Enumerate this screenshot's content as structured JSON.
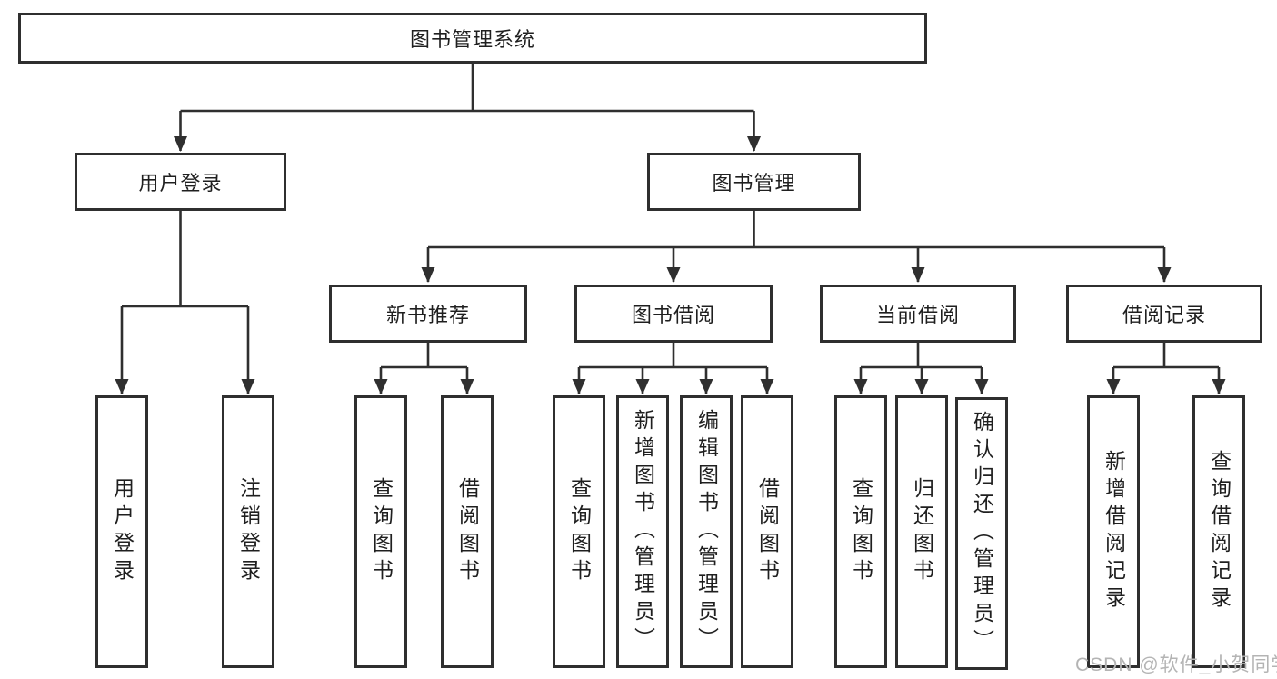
{
  "colors": {
    "line": "#2f2f2f",
    "border": "#2f2f2f",
    "box_fill": "#ffffff",
    "background": "#ffffff",
    "watermark": "#b4b4b4"
  },
  "watermark": "CSDN @软件_小贺同学",
  "tree": {
    "root": "图书管理系统",
    "branches": [
      {
        "label": "用户登录",
        "children": [
          "用户登录",
          "注销登录"
        ]
      },
      {
        "label": "图书管理",
        "groups": [
          {
            "label": "新书推荐",
            "children": [
              "查询图书",
              "借阅图书"
            ]
          },
          {
            "label": "图书借阅",
            "children": [
              "查询图书",
              "新增图书（管理员）",
              "编辑图书（管理员）",
              "借阅图书"
            ]
          },
          {
            "label": "当前借阅",
            "children": [
              "查询图书",
              "归还图书",
              "确认归还（管理员）"
            ]
          },
          {
            "label": "借阅记录",
            "children": [
              "新增借阅记录",
              "查询借阅记录"
            ]
          }
        ]
      }
    ]
  }
}
